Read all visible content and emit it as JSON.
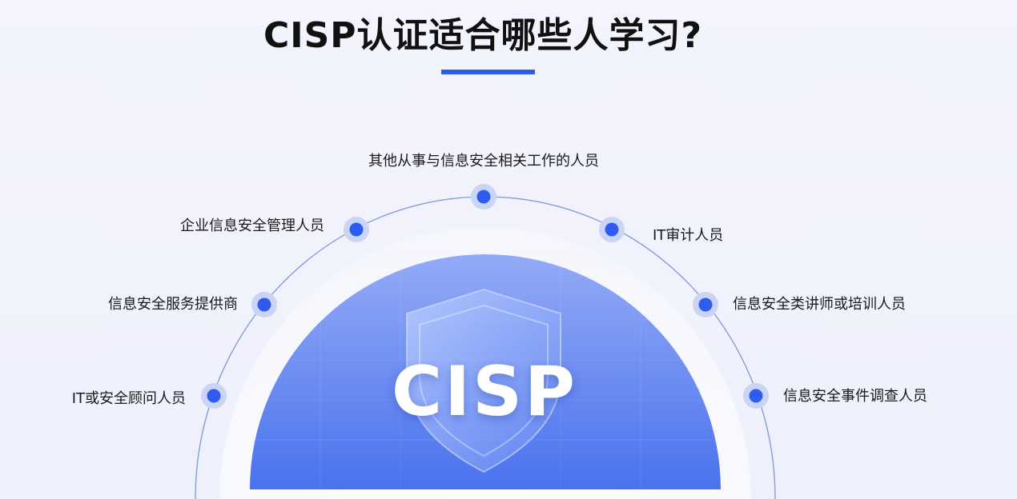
{
  "title": "CISP认证适合哪些人学习?",
  "center_label": "CISP",
  "audience": [
    {
      "label": "其他从事与信息安全相关工作的人员"
    },
    {
      "label": "企业信息安全管理人员"
    },
    {
      "label": "IT审计人员"
    },
    {
      "label": "信息安全服务提供商"
    },
    {
      "label": "信息安全类讲师或培训人员"
    },
    {
      "label": "IT或安全顾问人员"
    },
    {
      "label": "信息安全事件调查人员"
    }
  ],
  "colors": {
    "accent": "#2e5cf0",
    "node": "#2e5cf0",
    "node_halo": "#c9d4f7",
    "arc": "#7f97db",
    "dome_top": "#8aa3f5",
    "dome_bottom": "#4c73ef"
  }
}
